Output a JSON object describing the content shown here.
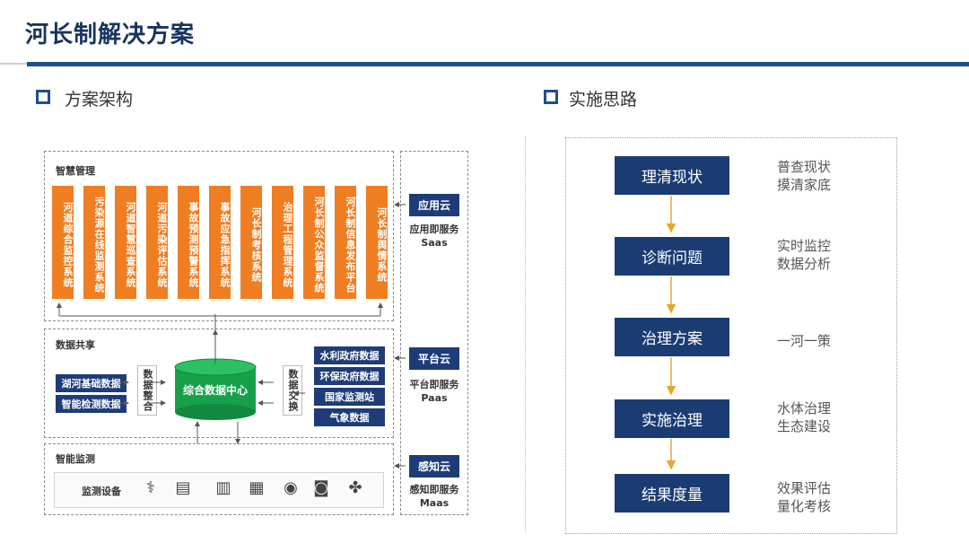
{
  "page": {
    "title": "河长制解决方案"
  },
  "left_section": {
    "label": "方案架构"
  },
  "right_section": {
    "label": "实施思路"
  },
  "smart_management": {
    "title": "智慧管理",
    "systems": [
      "河道综合监控系统",
      "污染源在线监测系统",
      "河道智慧巡查系统",
      "河道污染评估系统",
      "事故预测预警系统",
      "事故应急指挥系统",
      "河长制考核系统",
      "治理工程管理系统",
      "河长制公众监督系统",
      "河长制信息发布平台",
      "河长制舆情系统"
    ]
  },
  "data_sharing": {
    "title": "数据共享",
    "left_items": [
      "湖河基础数据",
      "智能检测数据"
    ],
    "integrate_label": "数据整合",
    "center": "综合数据中心",
    "exchange_label": "数据交换",
    "right_items": [
      "水利政府数据",
      "环保政府数据",
      "国家监测站",
      "气象数据"
    ]
  },
  "smart_monitoring": {
    "title": "智能监测",
    "device_label": "监测设备",
    "device_icons": [
      "probe-icon",
      "vehicle-icon",
      "cabinet-icon",
      "station-icon",
      "camera-icon",
      "meter-icon",
      "drone-icon"
    ]
  },
  "clouds": [
    {
      "name": "应用云",
      "service": "应用即服务",
      "code": "Saas"
    },
    {
      "name": "平台云",
      "service": "平台即服务",
      "code": "Paas"
    },
    {
      "name": "感知云",
      "service": "感知即服务",
      "code": "Maas"
    }
  ],
  "steps": [
    {
      "label": "理清现状",
      "note_lines": [
        "普查现状",
        "摸清家底"
      ]
    },
    {
      "label": "诊断问题",
      "note_lines": [
        "实时监控",
        "数据分析"
      ]
    },
    {
      "label": "治理方案",
      "note_lines": [
        "一河一策"
      ]
    },
    {
      "label": "实施治理",
      "note_lines": [
        "水体治理",
        "生态建设"
      ]
    },
    {
      "label": "结果度量",
      "note_lines": [
        "效果评估",
        "量化考核"
      ]
    }
  ],
  "colors": {
    "navy": "#1e3c78",
    "orange": "#ef7d22",
    "green": "#16a04a",
    "title_blue": "#17345f",
    "arrow_gold": "#e8a62a"
  }
}
